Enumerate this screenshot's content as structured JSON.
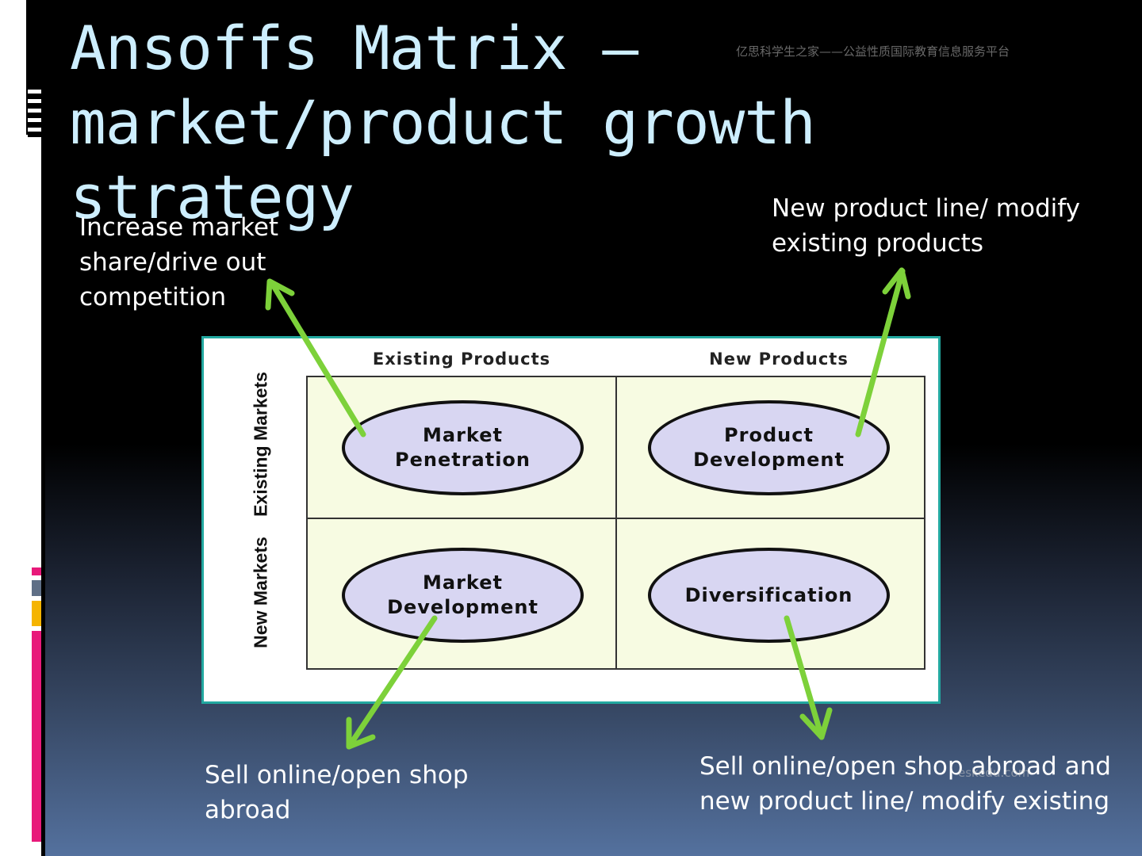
{
  "slide": {
    "title": "Ansoffs Matrix – market/product growth strategy",
    "watermark_top": "亿思科学生之家——公益性质国际教育信息服务平台",
    "watermark_bottom": "eskedu.com"
  },
  "captions": {
    "top_left": "Increase market share/drive out competition",
    "top_right": "New product line/ modify existing products",
    "bottom_left": "Sell online/open shop abroad",
    "bottom_right": "Sell online/open shop abroad and new product line/ modify existing"
  },
  "matrix": {
    "col_headers": [
      "Existing Products",
      "New Products"
    ],
    "row_headers": [
      "Existing Markets",
      "New Markets"
    ],
    "cells": [
      {
        "label": "Market\nPenetration"
      },
      {
        "label": "Product\nDevelopment"
      },
      {
        "label": "Market\nDevelopment"
      },
      {
        "label": "Diversification"
      }
    ]
  },
  "colors": {
    "title": "#cdeefe",
    "arrow": "#7dd13a",
    "matrix_border": "#22a8a0",
    "cell_fill": "#f7fbe2",
    "ellipse_fill": "#d8d6f2",
    "accent_pink": "#e8197a",
    "accent_orange": "#f5b400",
    "accent_slate": "#5f6f86"
  }
}
